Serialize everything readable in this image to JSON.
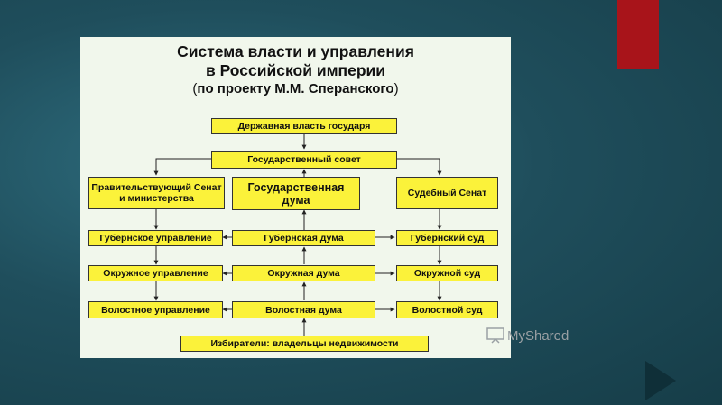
{
  "title": {
    "line1": "Система власти и управления",
    "line2": "в Российской империи",
    "line3": "по проекту М.М. Сперанского",
    "open": "(",
    "close": ")"
  },
  "boxes": {
    "sovereign": "Державная власть государя",
    "council": "Государственный совет",
    "senate": "Правительствующий Сенат и министерства",
    "duma": "Государственная дума",
    "court_senate": "Судебный Сенат",
    "gub_admin": "Губернское управление",
    "gub_duma": "Губернская дума",
    "gub_court": "Губернский суд",
    "okr_admin": "Окружное управление",
    "okr_duma": "Окружная дума",
    "okr_court": "Окружной суд",
    "vol_admin": "Волостное управление",
    "vol_duma": "Волостная дума",
    "vol_court": "Волостной суд",
    "voters": "Избиратели: владельцы недвижимости"
  },
  "watermark": "MyShared",
  "colors": {
    "box_fill": "#fbf23a",
    "panel": "#f1f7ec",
    "accent_red": "#a8141a",
    "background": "#1f4e5c"
  }
}
